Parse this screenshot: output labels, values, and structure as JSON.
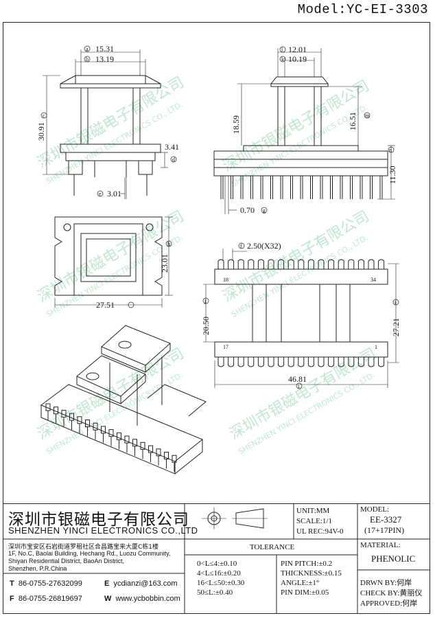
{
  "model_title": "Model:YC-EI-3303",
  "dimensions": {
    "a_w1": "15.31",
    "b_w2": "13.19",
    "c_h_total": "30.91",
    "d_tab": "3.41",
    "e_pin_sp": "3.01",
    "l_w1": "12.01",
    "k_w2": "10.19",
    "m1": "18.59",
    "m2": "16.51",
    "n_h": "11.30",
    "g_pin": "0.70",
    "h_depth": "23.01",
    "base_w": "27.51",
    "f_pitch": "2.50(X32)",
    "j_h": "20.50",
    "i_h": "27.21",
    "len": "46.81",
    "pin18": "18",
    "pin34": "34",
    "pin17": "17",
    "pin1": "1"
  },
  "letters": {
    "a": "a",
    "b": "b",
    "c": "c",
    "d": "d",
    "e": "e",
    "l": "l",
    "k": "k",
    "m": "m",
    "n": "n",
    "g": "g",
    "h": "h",
    "f": "f",
    "j": "j",
    "i": "i"
  },
  "watermark": {
    "cn": "深圳市银磁电子有限公司",
    "en": "SHENZHEN YINCI ELECTRONICS CO., LTD."
  },
  "company": {
    "name_cn": "深圳市银磁电子有限公司",
    "name_en": "SHENZHEN YINCI ELECTRONICS CO.,LTD",
    "address_cn": "深圳市宝安区石岩街道罗租社区合昌路宝来大厦C栋1楼",
    "address_en_1": "1F, No.C, Baolai Building, Hechang Rd., Luozu Community,",
    "address_en_2": "Shiyan Residential District, BaoAn District,",
    "address_en_3": "Shenzhen, P.R.China",
    "tel_label": "T",
    "tel": "86-0755-27632099",
    "fax_label": "F",
    "fax": "86-0755-26819697",
    "email_label": "E",
    "email": "ycdianzi@163.com",
    "web_label": "W",
    "web": "www.ycbobbin.com"
  },
  "specs": {
    "unit": "UNIT:MM",
    "scale": "SCALE:1/1",
    "ul": "UL REC:94V-0"
  },
  "tolerance": {
    "title": "TOLERANCE",
    "rows": [
      "0<L≤4:±0.10",
      "4<L≤16:±0.20",
      "16<L≤50:±0.30",
      "50≤L:±0.40"
    ],
    "pin_rows": [
      "PIN PITCH:±0.2",
      "THICKNESS:±0.15",
      "ANGLE:±1°",
      "PIN DIM:±0.05"
    ]
  },
  "model": {
    "label": "MODEL:",
    "value": "EE-3327",
    "pins": "(17+17PIN)"
  },
  "material": {
    "label": "MATERIAL:",
    "value": "PHENOLIC"
  },
  "approvals": {
    "drawn_label": "DRWN BY:",
    "drawn": "何岸",
    "check_label": "CHECK BY:",
    "check": "黄丽仪",
    "approved_label": "APPROVED:",
    "approved": "何岸"
  }
}
